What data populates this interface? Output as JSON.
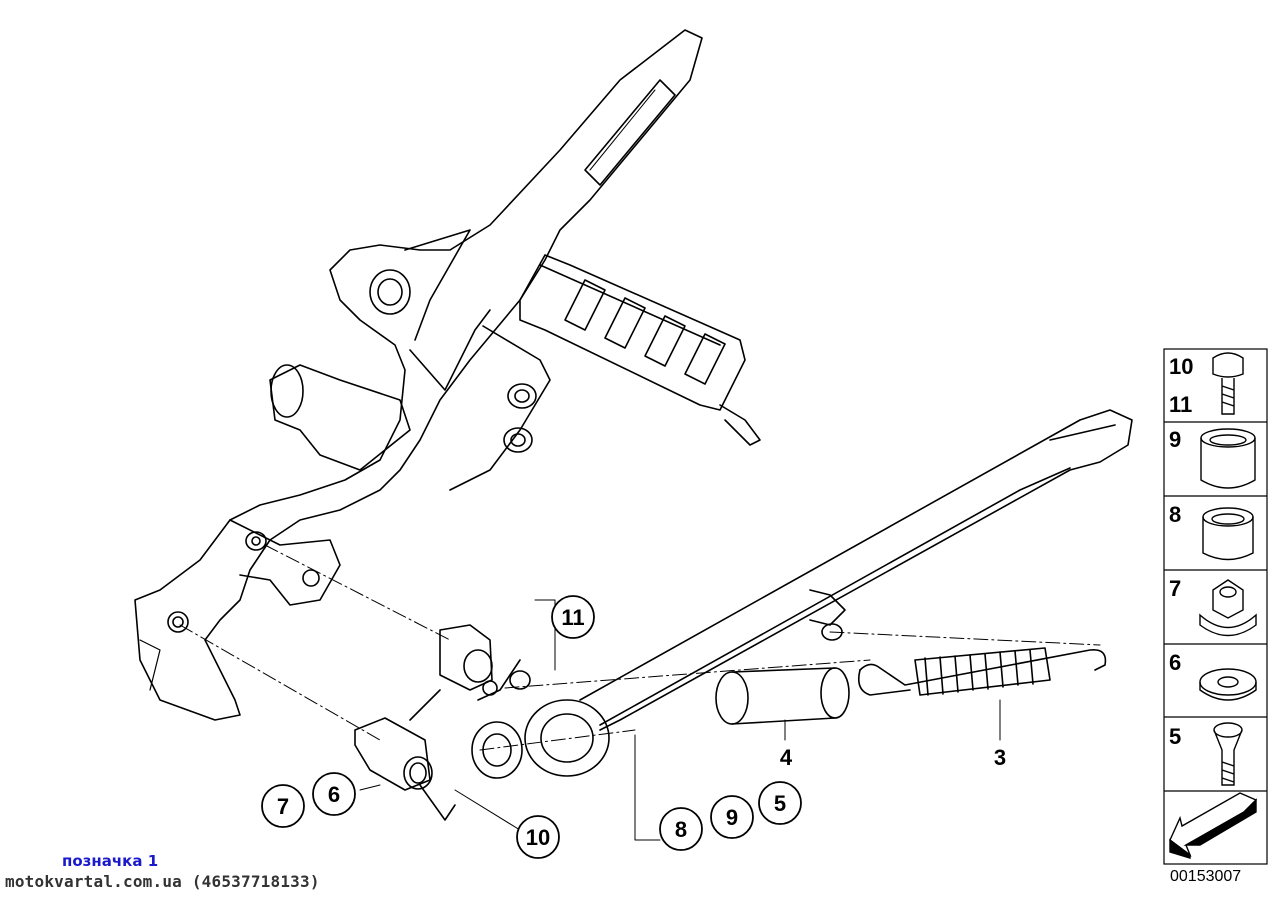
{
  "callouts": [
    {
      "id": "c11",
      "label": "11"
    },
    {
      "id": "c7",
      "label": "7"
    },
    {
      "id": "c6",
      "label": "6"
    },
    {
      "id": "c10",
      "label": "10"
    },
    {
      "id": "c8",
      "label": "8"
    },
    {
      "id": "c9",
      "label": "9"
    },
    {
      "id": "c5",
      "label": "5"
    },
    {
      "id": "c4",
      "label": "4"
    },
    {
      "id": "c3",
      "label": "3"
    }
  ],
  "legend": [
    {
      "labels": [
        "10",
        "11"
      ],
      "icon": "bolt-icon"
    },
    {
      "labels": [
        "9"
      ],
      "icon": "bushing-icon"
    },
    {
      "labels": [
        "8"
      ],
      "icon": "bushing-icon"
    },
    {
      "labels": [
        "7"
      ],
      "icon": "nut-icon"
    },
    {
      "labels": [
        "6"
      ],
      "icon": "washer-icon"
    },
    {
      "labels": [
        "5"
      ],
      "icon": "screw-icon"
    },
    {
      "labels": [],
      "icon": "arrow-icon"
    }
  ],
  "marker_label": "позначка 1",
  "watermark": "motokvartal.com.ua (46537718133)",
  "diagram_code": "00153007"
}
